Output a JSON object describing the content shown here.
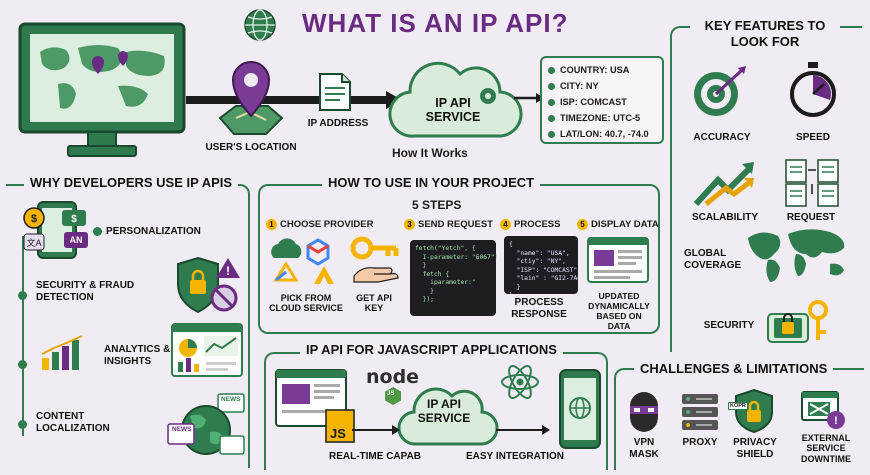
{
  "title": "WHAT IS AN IP API?",
  "how_it_works": {
    "users_location": "USER'S LOCATION",
    "ip_address": "IP ADDRESS",
    "service": "IP API SERVICE",
    "caption": "How It Works",
    "info": [
      "COUNTRY: USA",
      "CITY: NY",
      "ISP: COMCAST",
      "TIMEZONE: UTC-5",
      "LAT/LON: 40.7, -74.0"
    ]
  },
  "key_features": {
    "heading": "KEY FEATURES TO LOOK FOR",
    "accuracy": "ACCURACY",
    "speed": "SPEED",
    "scalability": "SCALABILITY",
    "request": "REQUEST",
    "global_coverage": "GLOBAL COVERAGE",
    "security": "SECURITY"
  },
  "why": {
    "heading": "WHY DEVELOPERS USE IP APIs",
    "personalization": "PERSONALIZATION",
    "security": "SECURITY & FRAUD DETECTION",
    "analytics": "ANALYTICS & INSIGHTS",
    "content": "CONTENT LOCALIZATION",
    "icon_an": "AN"
  },
  "how_to_use": {
    "heading": "HOW TO USE IN YOUR PROJECT",
    "subheading": "5 STEPS",
    "steps": [
      {
        "num": "1",
        "label": "CHOOSE PROVIDER"
      },
      {
        "num": "3",
        "label": "SEND REQUEST"
      },
      {
        "num": "4",
        "label": "PROCESS"
      },
      {
        "num": "5",
        "label": "DISPLAY DATA"
      }
    ],
    "pick": "PICK FROM CLOUD SERVICE",
    "get_key": "GET API KEY",
    "process_response": "PROCESS RESPONSE",
    "updated": "UPDATED DYNAMICALLY BASED ON DATA",
    "code_request": "fetch(\"Yetch\", {\n  I-parameter: \"6067\")\n  }\n  fetch {\n    iparameter:\"\n    }\n  });",
    "code_response": "{\n  \"name\": \"USA\",\n  \"ctiy\": \"NY\",\n  \"ISP\": \"COMCAST\",\n  \"lain\" : \"GI2-7A6\"\n  }\n}"
  },
  "js_apps": {
    "heading": "IP API FOR JAVASCRIPT APPLICATIONS",
    "service": "IP API SERVICE",
    "realtime": "REAL-TIME CAPAB",
    "easy": "EASY INTEGRATION",
    "node": "node",
    "node_badge": "JS",
    "js_badge": "JS"
  },
  "challenges": {
    "heading": "CHALLENGES & LIMITATIONS",
    "vpn": "VPN MASK",
    "proxy": "PROXY",
    "privacy": "PRIVACY SHIELD",
    "external": "EXTERNAL SERVICE DOWNTIME",
    "kopr": "KOPR",
    "news": "NEWS"
  },
  "colors": {
    "green": "#2f7d4f",
    "purple": "#6a2b82",
    "yellow": "#f4b400"
  }
}
